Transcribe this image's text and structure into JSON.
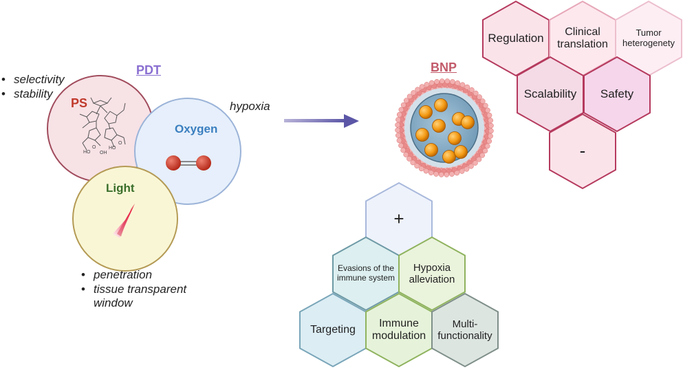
{
  "pdt": {
    "title": "PDT",
    "ps_label": "PS",
    "oxygen_label": "Oxygen",
    "light_label": "Light",
    "ps_notes": [
      "selectivity",
      "stability"
    ],
    "oxygen_note": "hypoxia",
    "light_notes": [
      "penetration",
      "tissue transparent",
      "window"
    ],
    "molecule_labels": [
      "HO",
      "O",
      "OH",
      "HO",
      "O"
    ]
  },
  "bnp": {
    "title": "BNP"
  },
  "cons": {
    "hexes": [
      {
        "label": "Regulation"
      },
      {
        "label": "Clinical translation"
      },
      {
        "label": "Tumor heterogenety"
      },
      {
        "label": "Scalability"
      },
      {
        "label": "Safety"
      },
      {
        "label": "-"
      }
    ]
  },
  "pros": {
    "hexes": [
      {
        "label": "+"
      },
      {
        "label": "Evasions of the immune system"
      },
      {
        "label": "Hypoxia alleviation"
      },
      {
        "label": "Targeting"
      },
      {
        "label": "Immune modulation"
      },
      {
        "label": "Multi-functionality"
      }
    ]
  },
  "colors": {
    "pdt_title": "#8a6fd1",
    "ps": "#c0392b",
    "oxygen": "#3a7fc0",
    "light": "#3a6e2a",
    "bnp_title": "#c25a6a"
  }
}
